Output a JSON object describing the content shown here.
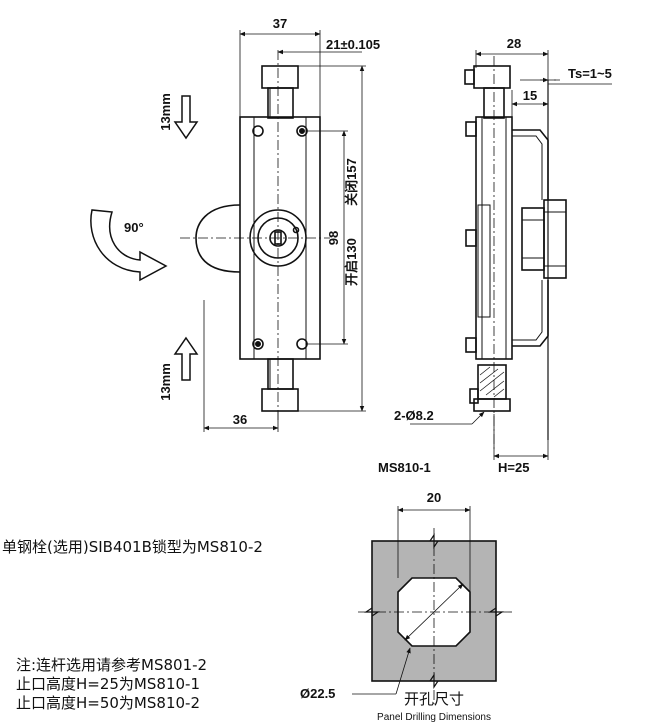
{
  "front_view": {
    "width_top": "37",
    "offset_top": "21±0.105",
    "stroke_top": "13mm",
    "stroke_bottom": "13mm",
    "rotation": "90°",
    "height_closed": "关闭157",
    "height_open": "开启130",
    "hole_pitch": "98",
    "width_bottom": "36"
  },
  "side_view": {
    "depth": "28",
    "ts_range": "Ts=1~5",
    "offset": "15",
    "holes": "2-Ø8.2",
    "stop_height": "H=25"
  },
  "model_label": "MS810-1",
  "notes": {
    "single_bolt": "单钢栓(选用)SIB401B锁型为MS810-2",
    "line1": "注:连杆选用请参考MS801-2",
    "line2": "止口高度H=25为MS810-1",
    "line3": "止口高度H=50为MS810-2"
  },
  "cutout": {
    "width": "20",
    "diameter": "Ø22.5",
    "title_cn": "开孔尺寸",
    "title_en": "Panel Drilling Dimensions",
    "fill_color": "#b4b4b4"
  }
}
